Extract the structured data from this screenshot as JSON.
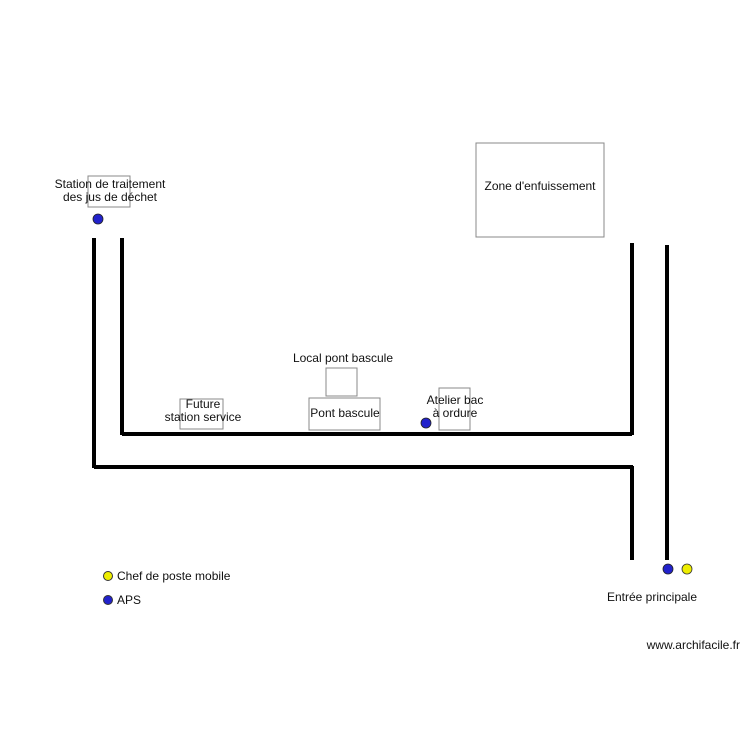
{
  "labels": {
    "station_line1": "Station de traitement",
    "station_line2": "des jus de déchet",
    "zone": "Zone d'enfuissement",
    "local_pont": "Local pont bascule",
    "pont": "Pont bascule",
    "future_line1": "Future",
    "future_line2": "station service",
    "atelier_line1": "Atelier bac",
    "atelier_line2": "à ordure",
    "entree": "Entrée principale"
  },
  "legend": {
    "chef": "Chef de poste mobile",
    "aps": "APS"
  },
  "colors": {
    "aps": "#2222cc",
    "chef": "#eeee00",
    "wall": "#000000",
    "box_border": "#888888"
  },
  "watermark": "www.archifacile.fr"
}
